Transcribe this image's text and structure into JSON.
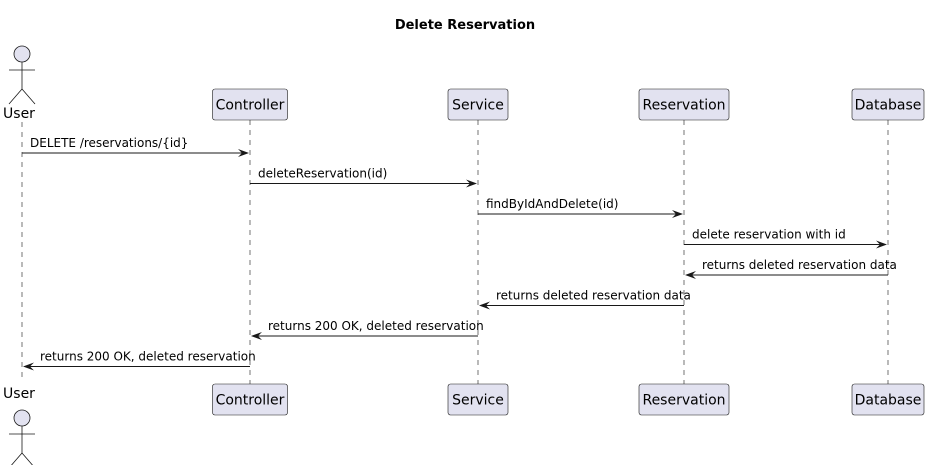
{
  "diagram": {
    "title": "Delete Reservation",
    "colors": {
      "participant_fill": "#e2e2f0",
      "stroke": "#181818"
    },
    "participants": [
      {
        "id": "user",
        "label": "User",
        "kind": "actor"
      },
      {
        "id": "controller",
        "label": "Controller",
        "kind": "participant"
      },
      {
        "id": "service",
        "label": "Service",
        "kind": "participant"
      },
      {
        "id": "reservation",
        "label": "Reservation",
        "kind": "participant"
      },
      {
        "id": "database",
        "label": "Database",
        "kind": "participant"
      }
    ],
    "messages": [
      {
        "from": "user",
        "to": "controller",
        "label": "DELETE /reservations/{id}"
      },
      {
        "from": "controller",
        "to": "service",
        "label": "deleteReservation(id)"
      },
      {
        "from": "service",
        "to": "reservation",
        "label": "findByIdAndDelete(id)"
      },
      {
        "from": "reservation",
        "to": "database",
        "label": "delete reservation with id"
      },
      {
        "from": "database",
        "to": "reservation",
        "label": "returns deleted reservation data"
      },
      {
        "from": "reservation",
        "to": "service",
        "label": "returns deleted reservation data"
      },
      {
        "from": "service",
        "to": "controller",
        "label": "returns 200 OK, deleted reservation"
      },
      {
        "from": "controller",
        "to": "user",
        "label": "returns 200 OK, deleted reservation"
      }
    ]
  }
}
